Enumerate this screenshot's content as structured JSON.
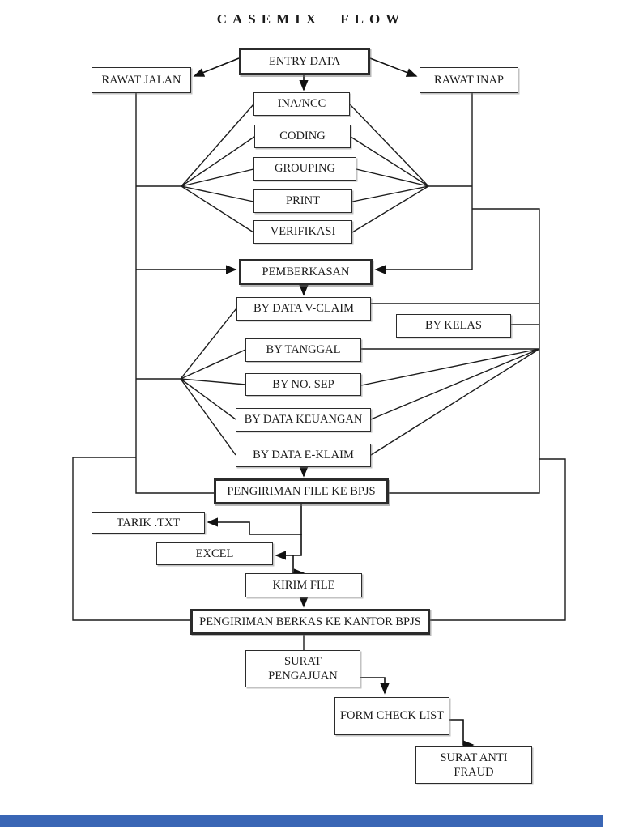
{
  "page": {
    "title": "CASEMIX FLOW"
  },
  "diagram": {
    "nodes": [
      {
        "id": "entry-data",
        "label": "ENTRY DATA",
        "emphasis": true
      },
      {
        "id": "rawat-jalan",
        "label": "RAWAT JALAN",
        "emphasis": false
      },
      {
        "id": "rawat-inap",
        "label": "RAWAT INAP",
        "emphasis": false
      },
      {
        "id": "ina-ncc",
        "label": "INA/NCC",
        "emphasis": false
      },
      {
        "id": "coding",
        "label": "CODING",
        "emphasis": false
      },
      {
        "id": "grouping",
        "label": "GROUPING",
        "emphasis": false
      },
      {
        "id": "print",
        "label": "PRINT",
        "emphasis": false
      },
      {
        "id": "verifikasi",
        "label": "VERIFIKASI",
        "emphasis": false
      },
      {
        "id": "pemberkasan",
        "label": "PEMBERKASAN",
        "emphasis": true
      },
      {
        "id": "by-data-v-claim",
        "label": "BY DATA V-CLAIM",
        "emphasis": false
      },
      {
        "id": "by-kelas",
        "label": "BY KELAS",
        "emphasis": false
      },
      {
        "id": "by-tanggal",
        "label": "BY TANGGAL",
        "emphasis": false
      },
      {
        "id": "by-no-sep",
        "label": "BY NO. SEP",
        "emphasis": false
      },
      {
        "id": "by-data-keuangan",
        "label": "BY DATA KEUANGAN",
        "emphasis": false
      },
      {
        "id": "by-data-e-klaim",
        "label": "BY DATA E-KLAIM",
        "emphasis": false
      },
      {
        "id": "pengiriman-file-ke-bpjs",
        "label": "PENGIRIMAN FILE KE BPJS",
        "emphasis": true
      },
      {
        "id": "tarik-txt",
        "label": "TARIK .TXT",
        "emphasis": false
      },
      {
        "id": "excel",
        "label": "EXCEL",
        "emphasis": false
      },
      {
        "id": "kirim-file",
        "label": "KIRIM FILE",
        "emphasis": false
      },
      {
        "id": "pengiriman-berkas",
        "label": "PENGIRIMAN BERKAS KE KANTOR BPJS",
        "emphasis": true
      },
      {
        "id": "surat-pengajuan",
        "label": "SURAT PENGAJUAN",
        "emphasis": false
      },
      {
        "id": "form-check-list",
        "label": "FORM CHECK LIST",
        "emphasis": false
      },
      {
        "id": "surat-anti-fraud",
        "label": "SURAT ANTI FRAUD",
        "emphasis": false
      }
    ]
  },
  "footer": {
    "bar_color": "#3a66b5"
  }
}
